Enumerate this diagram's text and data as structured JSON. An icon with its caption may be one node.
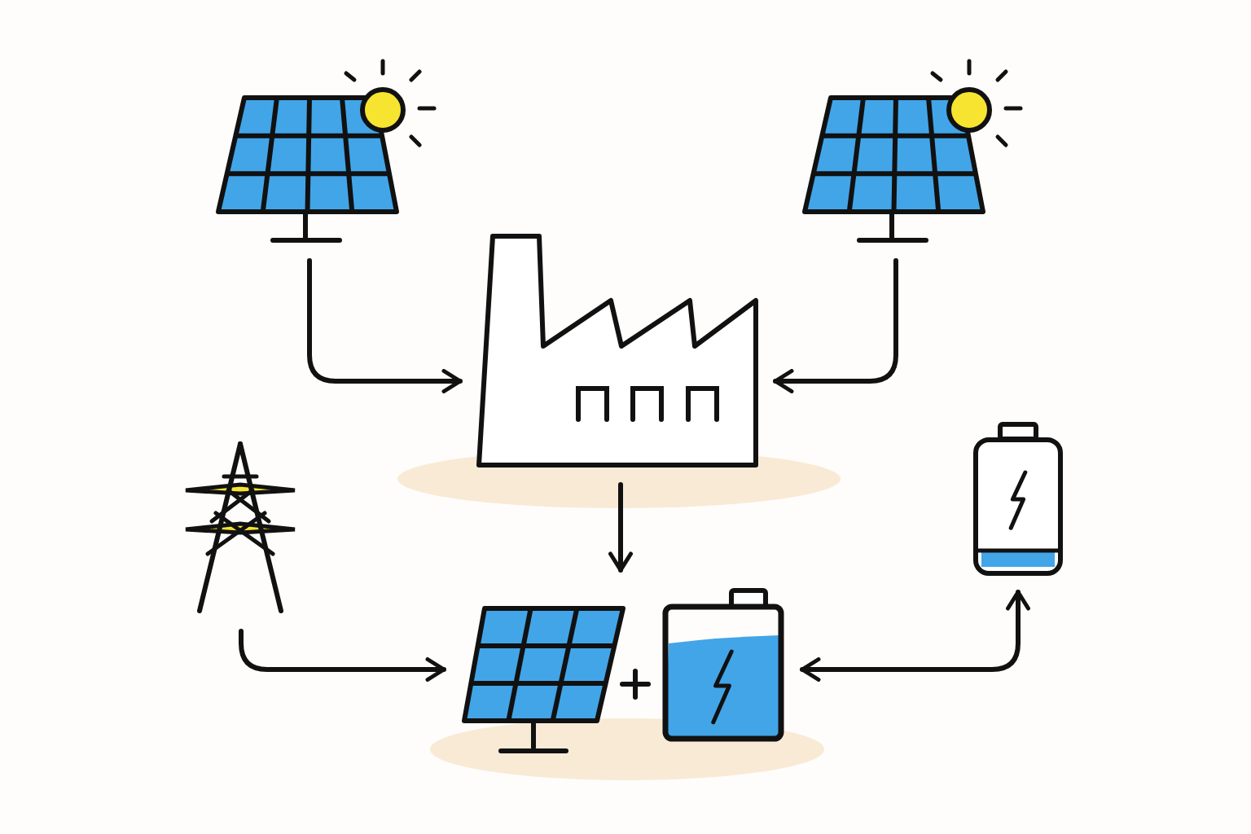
{
  "diagram": {
    "nodes": [
      {
        "text": [],
        "shape": "picture"
      },
      {
        "text": [],
        "shape": "picture"
      },
      {
        "text": [],
        "shape": "picture"
      },
      {
        "text": [],
        "shape": "picture"
      },
      {
        "text": [],
        "shape": "picture"
      },
      {
        "text": [],
        "shape": "picture"
      }
    ],
    "edges": [
      {
        "from": 0,
        "to": 2,
        "arrow": "to"
      },
      {
        "from": 1,
        "to": 2,
        "arrow": "to"
      },
      {
        "from": 2,
        "to": 5,
        "arrow": "to"
      },
      {
        "from": 3,
        "to": 5,
        "arrow": "to"
      },
      {
        "from": 4,
        "to": 5,
        "arrow": "both"
      }
    ]
  }
}
